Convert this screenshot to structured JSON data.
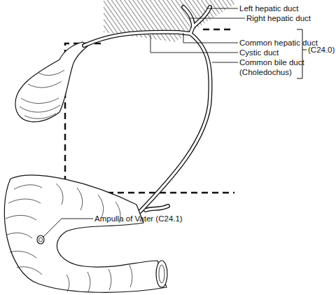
{
  "diagram": {
    "labels": [
      "Left hepatic duct",
      "Right hepatic duct",
      "Common hepatic duct",
      "Cystic duct",
      "Common bile duct (Choledochus)",
      "(C24.0)",
      "Ampulla of Vater (C24.1)"
    ]
  }
}
